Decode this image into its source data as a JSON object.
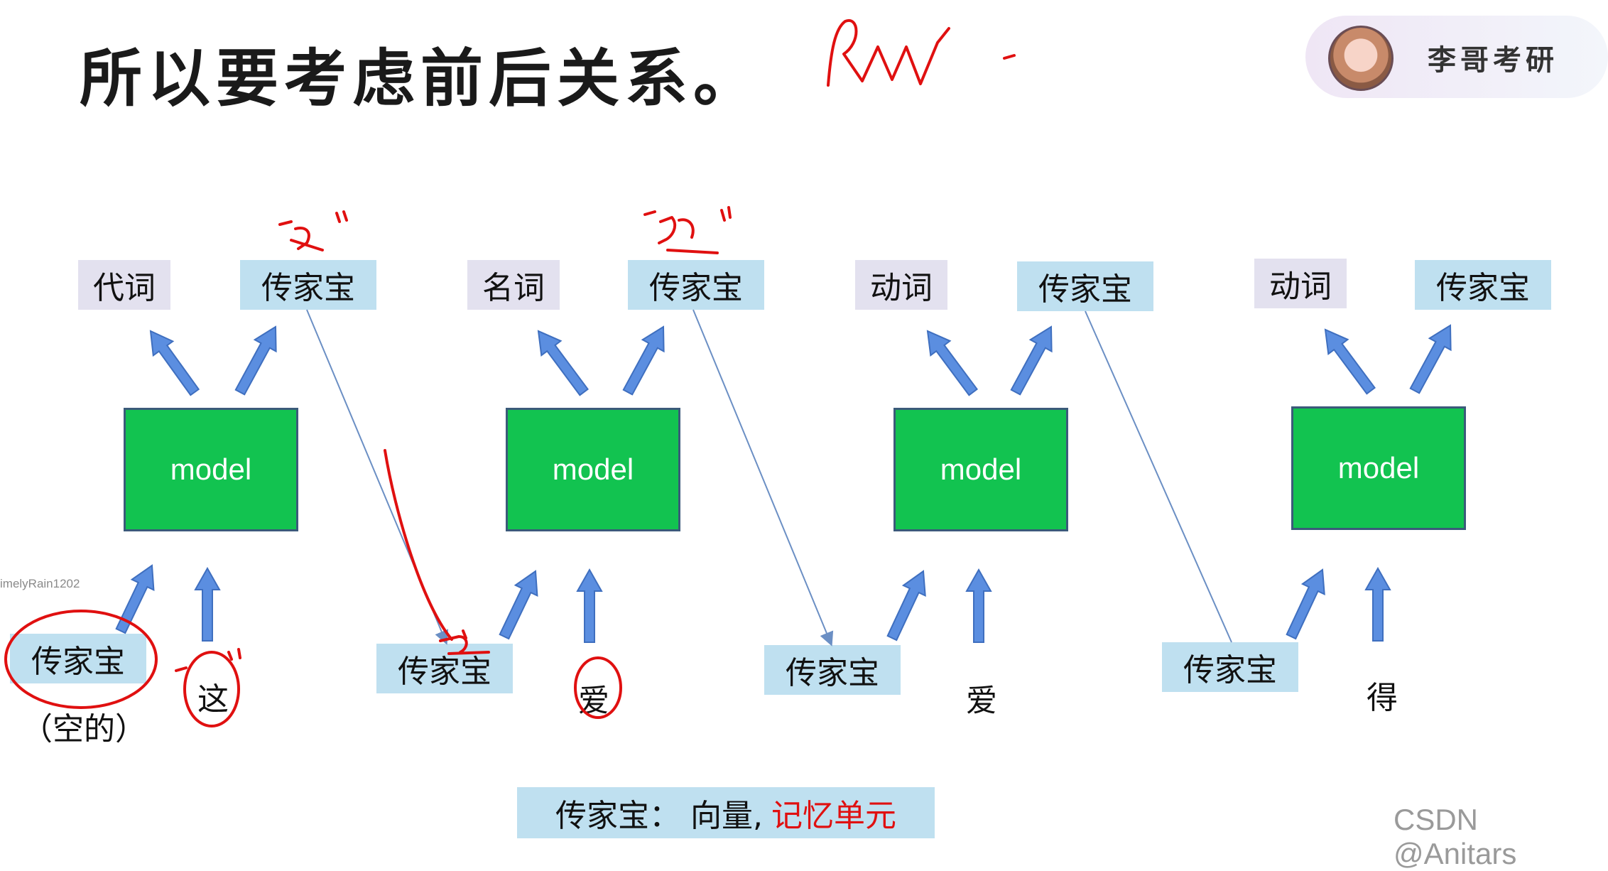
{
  "title": "所以要考虑前后关系。",
  "handwritten_note": "RNN-",
  "badge": {
    "label": "李哥考研"
  },
  "steps": [
    {
      "pos_tag": "代词",
      "state_out": "传家宝",
      "model": "model",
      "state_in": "传家宝",
      "state_in_note": "（空的）",
      "input_word": "这"
    },
    {
      "pos_tag": "名词",
      "state_out": "传家宝",
      "model": "model",
      "state_in": "传家宝",
      "input_word": "爱"
    },
    {
      "pos_tag": "动词",
      "state_out": "传家宝",
      "model": "model",
      "state_in": "传家宝",
      "input_word": "爱"
    },
    {
      "pos_tag": "动词",
      "state_out": "传家宝",
      "model": "model",
      "state_in": "传家宝",
      "input_word": "得"
    }
  ],
  "annotations": {
    "step1_out": "“这”",
    "step2_out": "“这爱”",
    "step2_in": "这"
  },
  "caption": {
    "prefix": "传家宝：  向量, ",
    "highlight": "记忆单元"
  },
  "watermark": "CSDN @Anitars",
  "user_watermark": "imelyRain1202",
  "colors": {
    "model_fill": "#12c350",
    "state_fill": "#bfe0f0",
    "pos_fill": "#e3e1ef",
    "arrow_fill": "#5b8ee0",
    "ink_red": "#e01010"
  }
}
